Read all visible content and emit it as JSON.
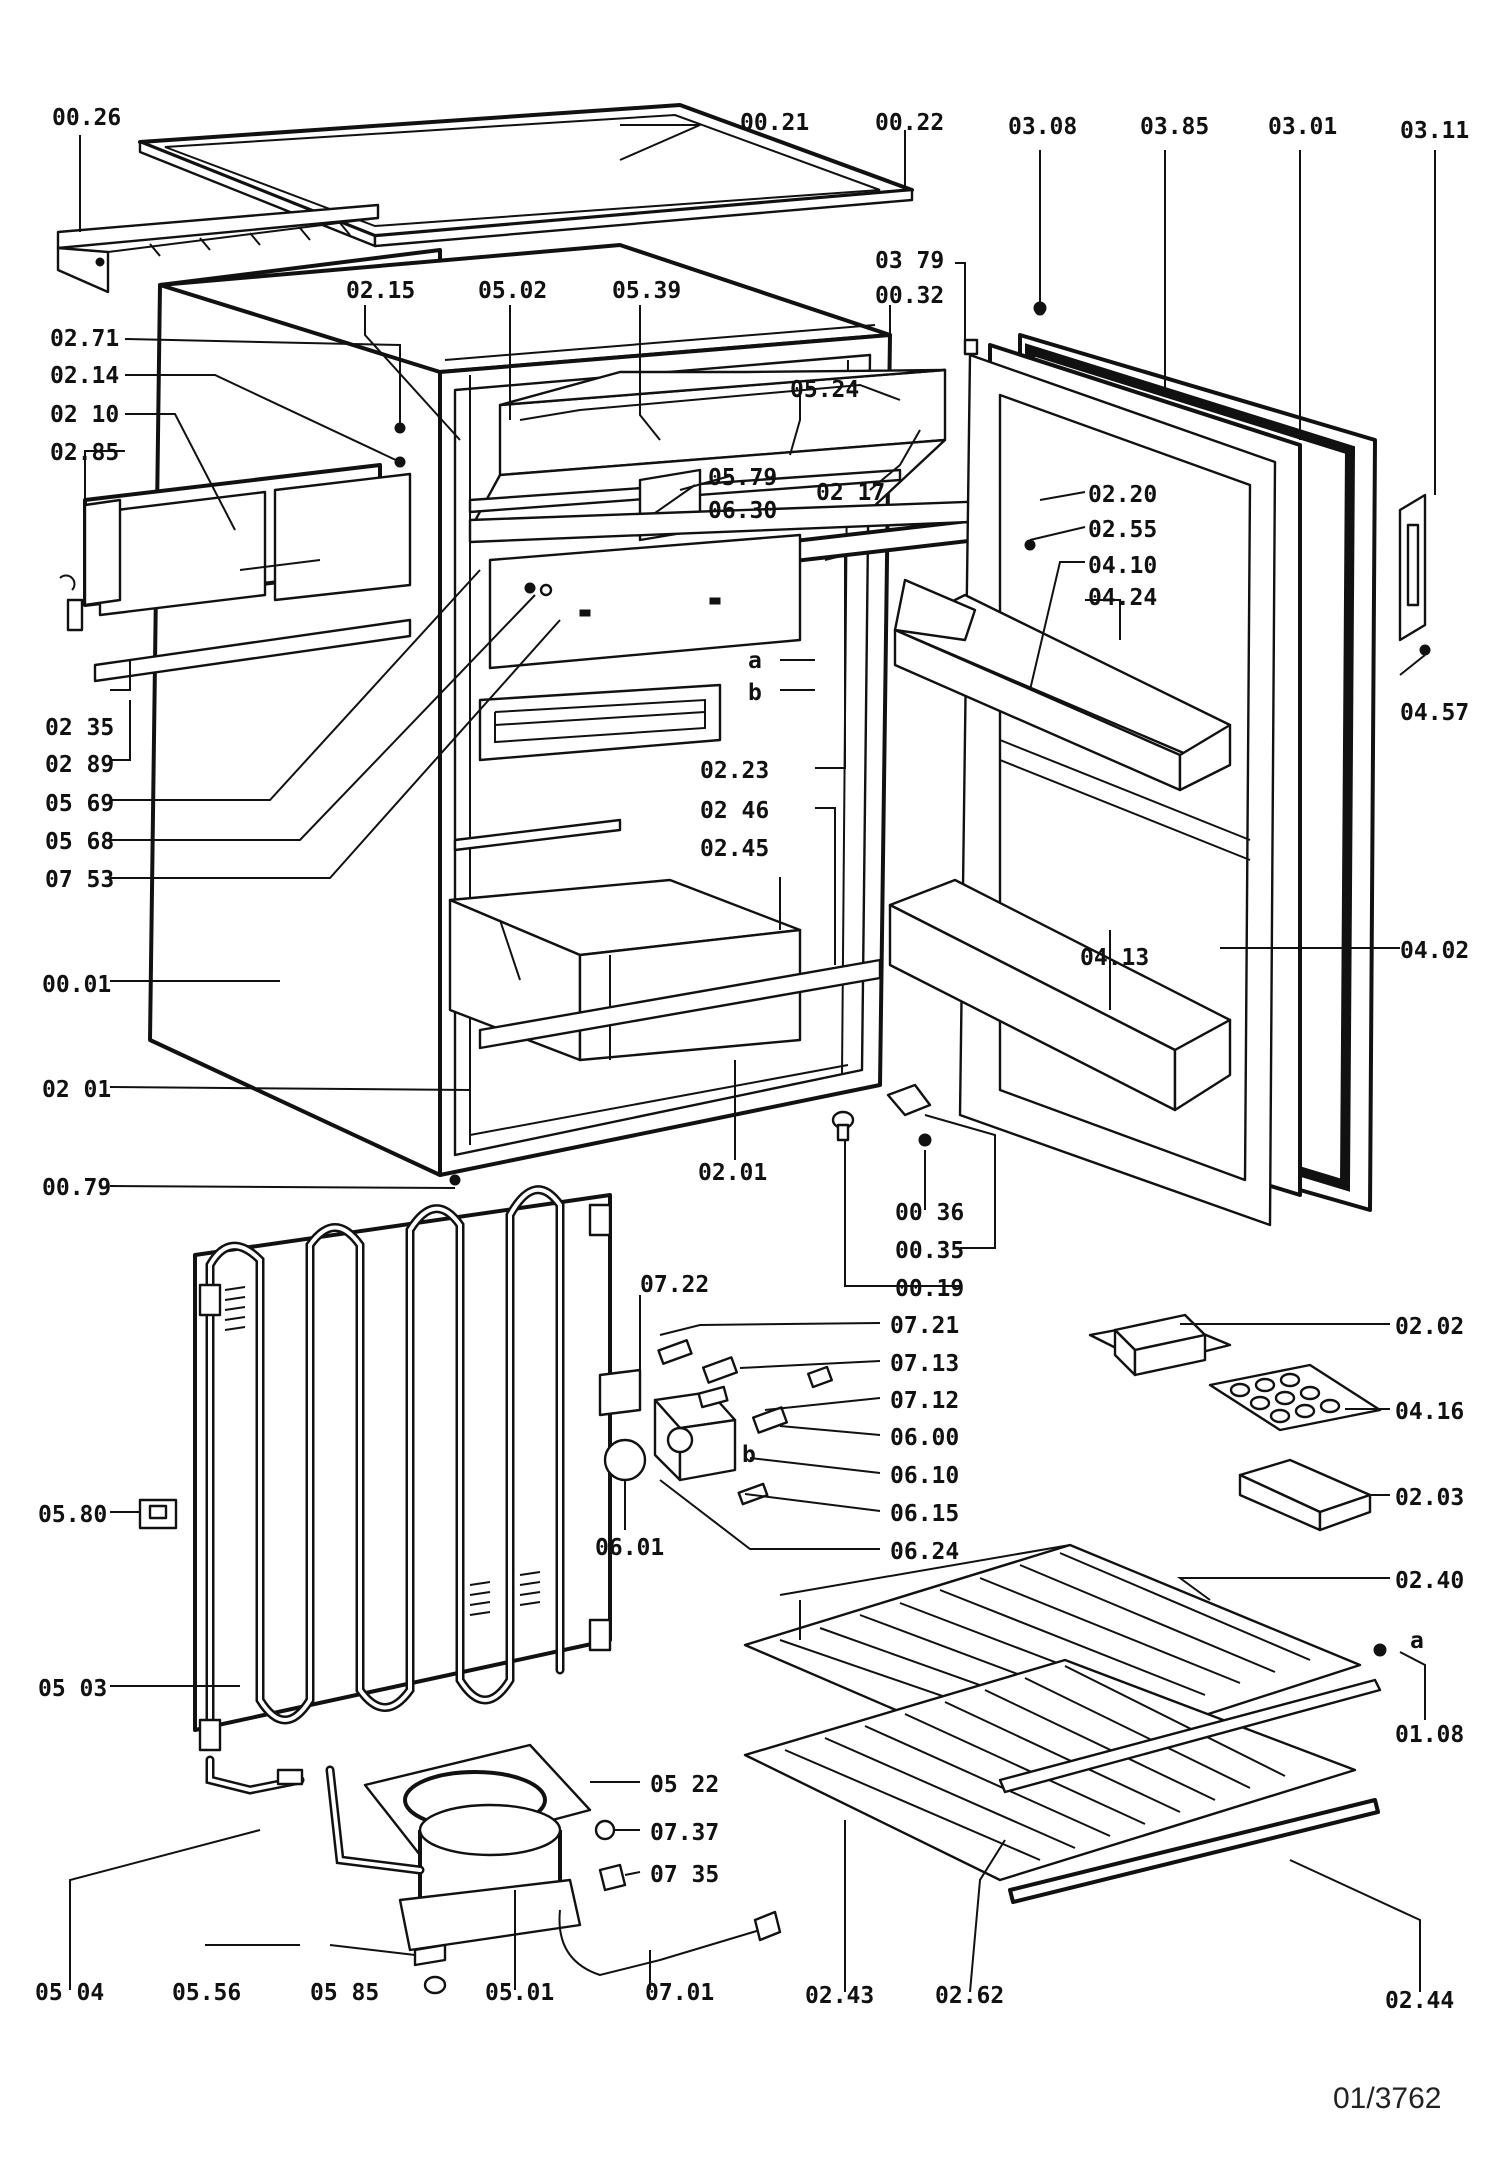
{
  "drawing_number": "01/3762",
  "callouts": {
    "top": [
      "00.26",
      "00.21",
      "00.22",
      "03.08",
      "03.85",
      "03.01",
      "03.11"
    ],
    "upper_left": [
      "02.71",
      "02.14",
      "02 10",
      "02.85",
      "02.15",
      "05.02",
      "05.39",
      "03 79",
      "00.32",
      "05.24",
      "05.79",
      "06.30",
      "02 17",
      "02.20",
      "02.55",
      "04.10",
      "04.24"
    ],
    "middle_left": [
      "02 35",
      "02 89",
      "05 69",
      "05 68",
      "07 53",
      "a",
      "b",
      "02.23",
      "02 46",
      "02.45",
      "04.57"
    ],
    "middle": [
      "00.01",
      "02 01",
      "04.13",
      "04.02",
      "02.01",
      "00.79",
      "00 36",
      "00.35",
      "00.19"
    ],
    "controls": [
      "07.22",
      "07.21",
      "07.13",
      "07.12",
      "06.00",
      "b",
      "06.10",
      "06.15",
      "06.24",
      "06.01"
    ],
    "accessories": [
      "02.02",
      "04.16",
      "02.03",
      "02.40",
      "a",
      "01.08"
    ],
    "bottom": [
      "05.80",
      "05 03",
      "05 22",
      "07.37",
      "07 35",
      "05 04",
      "05.56",
      "05 85",
      "05.01",
      "07.01",
      "02.43",
      "02.62",
      "02.44"
    ]
  },
  "label_text": {
    "l_0026": "00.26",
    "l_0021": "00.21",
    "l_0022": "00.22",
    "l_0308": "03.08",
    "l_0385": "03.85",
    "l_0301": "03.01",
    "l_0311": "03.11",
    "l_0271": "02.71",
    "l_0214": "02.14",
    "l_0210": "02 10",
    "l_0285": "02.85",
    "l_0215": "02.15",
    "l_0502": "05.02",
    "l_0539": "05.39",
    "l_0379": "03 79",
    "l_0032": "00.32",
    "l_0524": "05.24",
    "l_0579": "05.79",
    "l_0630": "06.30",
    "l_0217": "02 17",
    "l_0220": "02.20",
    "l_0255": "02.55",
    "l_0410": "04.10",
    "l_0424": "04.24",
    "l_0235": "02 35",
    "l_0289": "02 89",
    "l_0569": "05 69",
    "l_0568": "05 68",
    "l_0753": "07 53",
    "l_a1": "a",
    "l_b1": "b",
    "l_0223": "02.23",
    "l_0246": "02 46",
    "l_0245": "02.45",
    "l_0457": "04.57",
    "l_0001": "00.01",
    "l_0201a": "02 01",
    "l_0413": "04.13",
    "l_0402": "04.02",
    "l_0201b": "02.01",
    "l_0079": "00.79",
    "l_0036": "00 36",
    "l_0035": "00.35",
    "l_0019": "00.19",
    "l_0722": "07.22",
    "l_0721": "07.21",
    "l_0713": "07.13",
    "l_0712": "07.12",
    "l_0600": "06.00",
    "l_b2": "b",
    "l_0610": "06.10",
    "l_0615": "06.15",
    "l_0624": "06.24",
    "l_0601": "06.01",
    "l_0202": "02.02",
    "l_0416": "04.16",
    "l_0203": "02.03",
    "l_0240": "02.40",
    "l_a2": "a",
    "l_0108": "01.08",
    "l_0580": "05.80",
    "l_0503": "05 03",
    "l_0522": "05 22",
    "l_0737": "07.37",
    "l_0735": "07 35",
    "l_0504": "05 04",
    "l_0556": "05.56",
    "l_0585": "05 85",
    "l_0501": "05.01",
    "l_0701": "07.01",
    "l_0243": "02.43",
    "l_0262": "02.62",
    "l_0244": "02.44"
  }
}
